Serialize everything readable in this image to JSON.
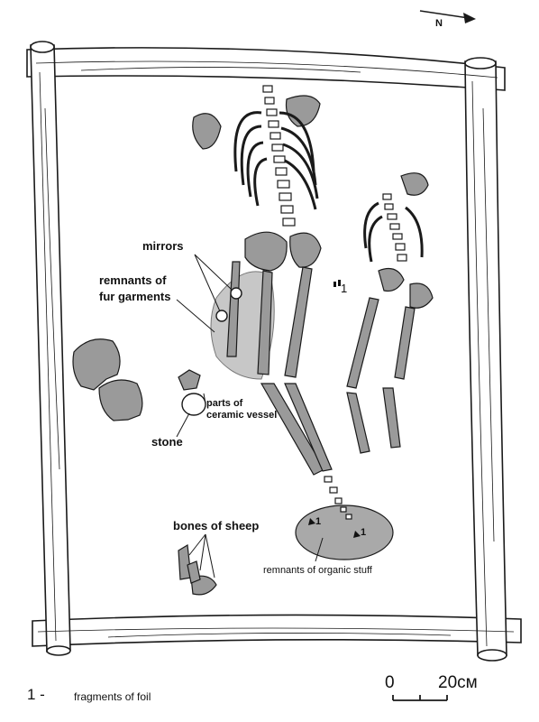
{
  "north_label": "N",
  "labels": {
    "mirrors": "mirrors",
    "fur_line1": "remnants of",
    "fur_line2": "fur garments",
    "ceramic_line1": "parts of",
    "ceramic_line2": "ceramic vessel",
    "stone": "stone",
    "sheep": "bones of sheep",
    "organic": "remnants of organic stuff"
  },
  "foil_marks": [
    "1",
    "1",
    "1"
  ],
  "legend": {
    "number": "1 -",
    "text": "fragments of foil"
  },
  "scale": {
    "start": "0",
    "end": "20см"
  },
  "colors": {
    "bone_fill": "#9a9a9a",
    "fur_fill": "#c7c7c7",
    "organic_fill": "#a9a9a9",
    "outline": "#1a1a1a",
    "paper": "#ffffff"
  }
}
